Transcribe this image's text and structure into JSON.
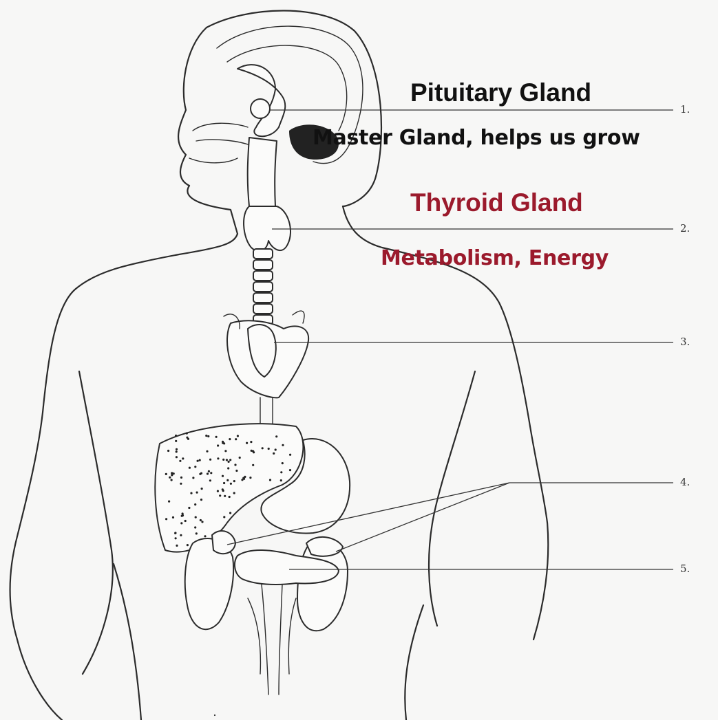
{
  "labels": {
    "pituitary": {
      "title": "Pituitary Gland",
      "description": "Master Gland, helps us grow",
      "color": "#111111"
    },
    "thyroid": {
      "title": "Thyroid Gland",
      "description": "Metabolism, Energy",
      "color": "#9b1a2c"
    }
  },
  "numbers": [
    "1.",
    "2.",
    "3.",
    "4.",
    "5."
  ],
  "colors": {
    "background": "#f7f7f6",
    "line_art": "#2b2b2b",
    "accent": "#9b1a2c"
  }
}
